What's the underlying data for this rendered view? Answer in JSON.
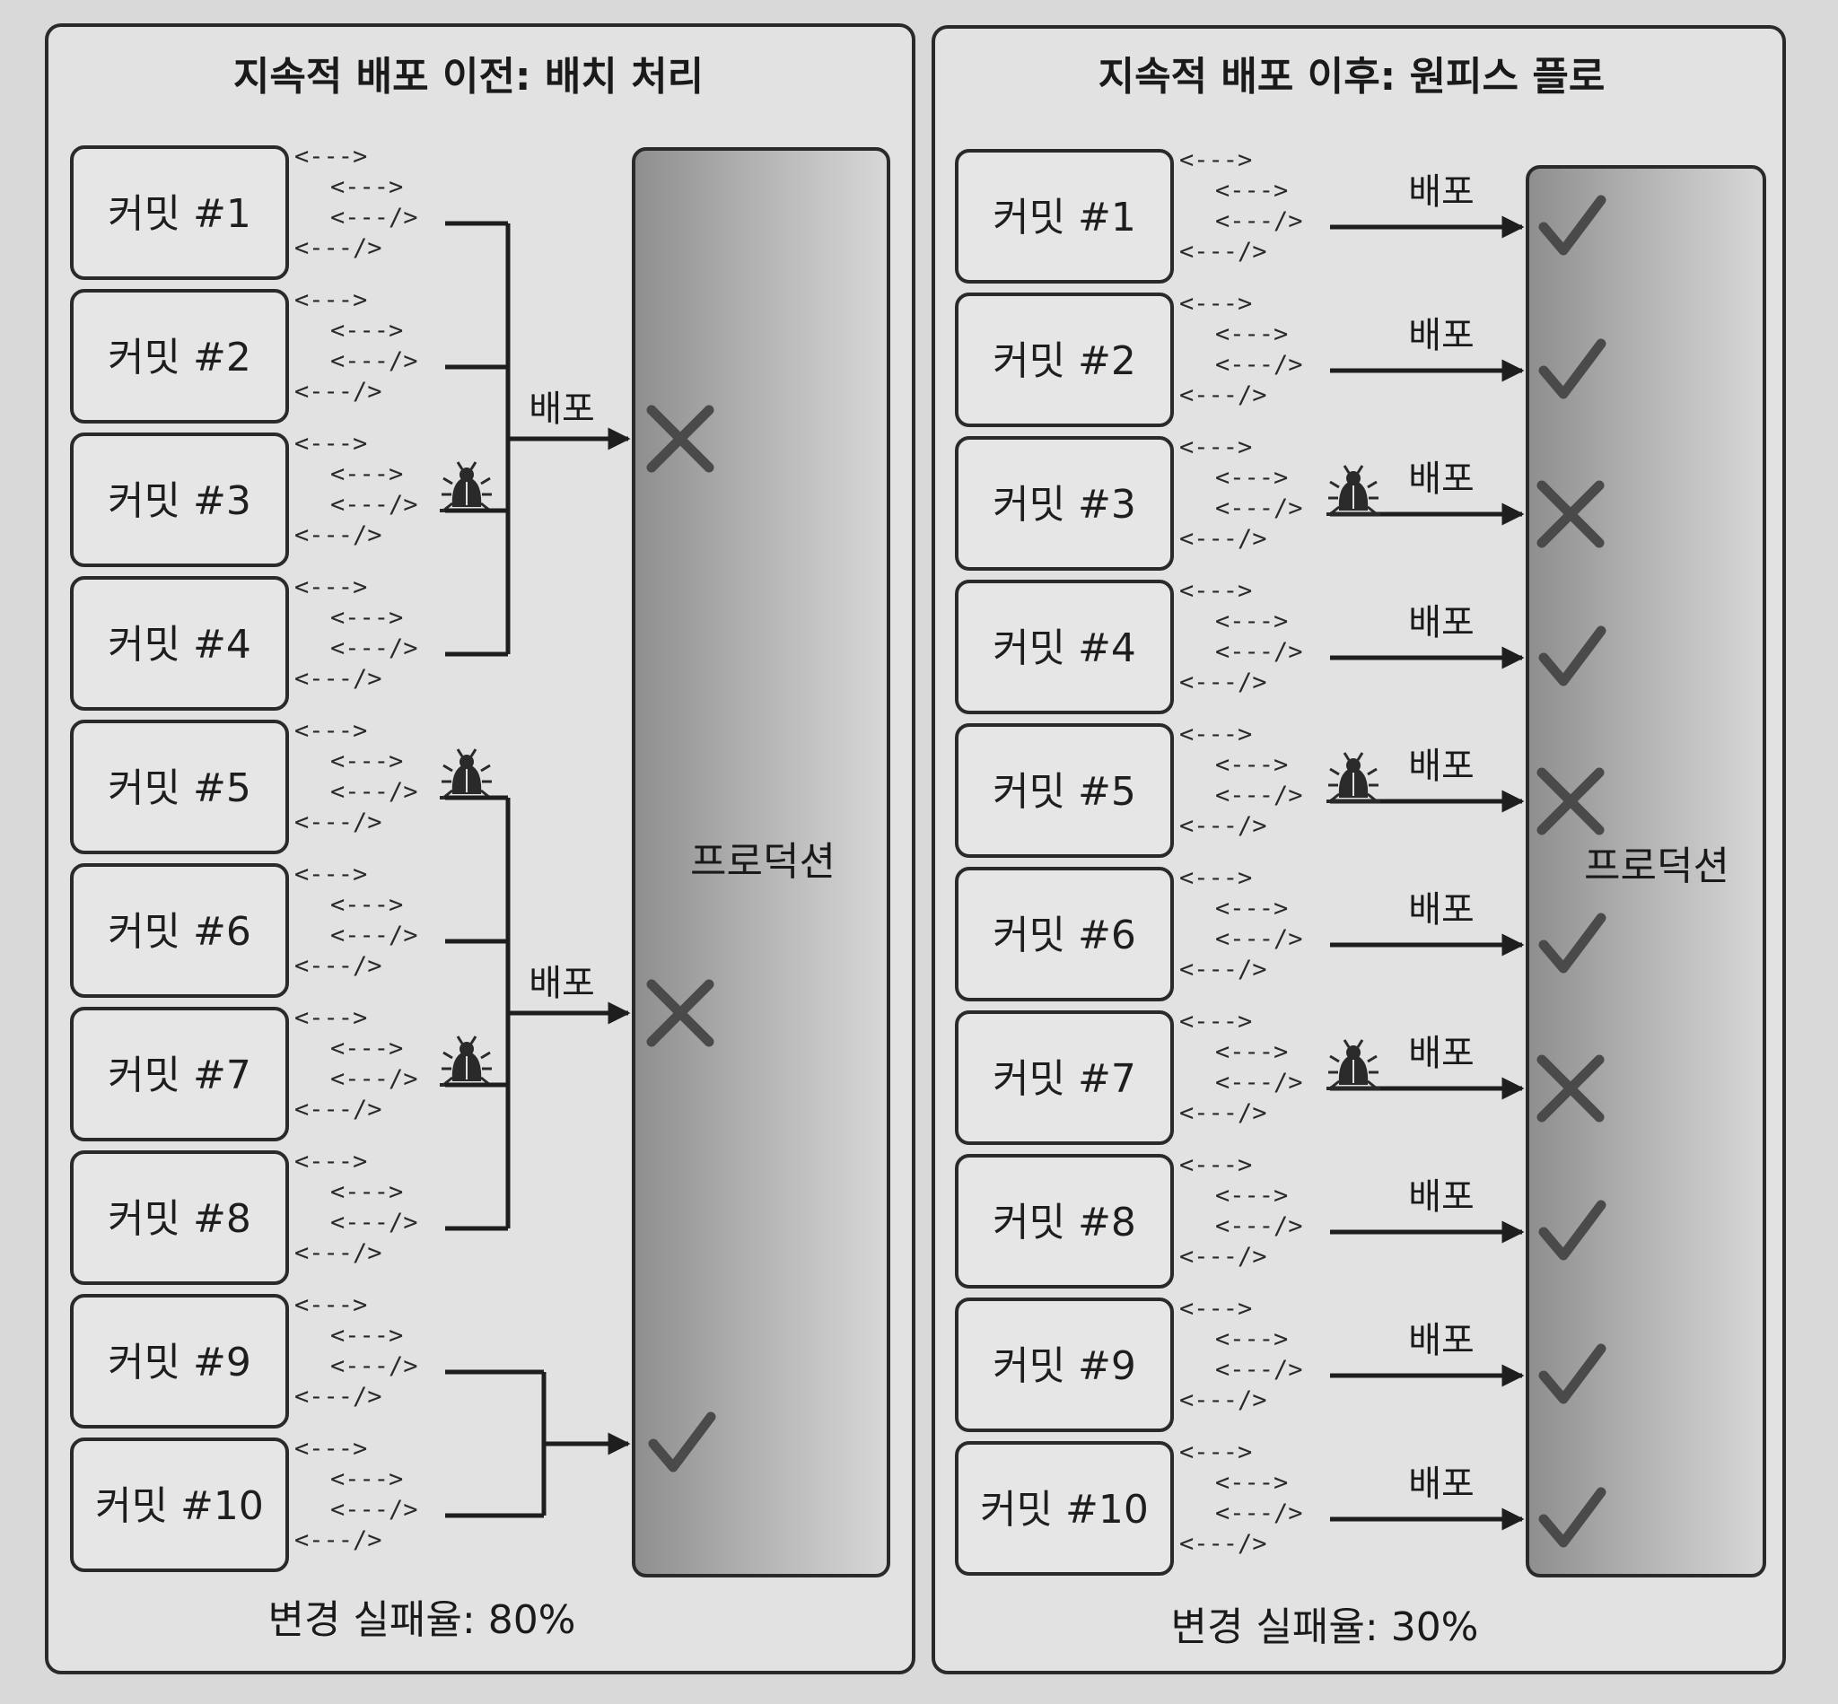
{
  "left_panel": {
    "title": "지속적 배포 이전: 배치 처리",
    "production_label": "프로덕션",
    "deploy_label": "배포",
    "footer": "변경 실패율: 80%",
    "commits": [
      "커밋 #1",
      "커밋 #2",
      "커밋 #3",
      "커밋 #4",
      "커밋 #5",
      "커밋 #6",
      "커밋 #7",
      "커밋 #8",
      "커밋 #9",
      "커밋 #10"
    ],
    "bugs_on_commits": [
      3,
      5,
      7
    ],
    "batches": [
      {
        "commits": [
          1,
          2,
          3,
          4
        ],
        "result": "fail",
        "labeled": true
      },
      {
        "commits": [
          5,
          6,
          7,
          8
        ],
        "result": "fail",
        "labeled": true
      },
      {
        "commits": [
          9,
          10
        ],
        "result": "success",
        "labeled": false
      }
    ]
  },
  "right_panel": {
    "title": "지속적 배포 이후: 원피스 플로",
    "production_label": "프로덕션",
    "deploy_label": "배포",
    "footer": "변경 실패율: 30%",
    "commits": [
      "커밋 #1",
      "커밋 #2",
      "커밋 #3",
      "커밋 #4",
      "커밋 #5",
      "커밋 #6",
      "커밋 #7",
      "커밋 #8",
      "커밋 #9",
      "커밋 #10"
    ],
    "results": [
      "success",
      "success",
      "fail",
      "success",
      "fail",
      "success",
      "fail",
      "success",
      "success",
      "success"
    ],
    "bugs_on_commits": [
      3,
      5,
      7
    ]
  },
  "code_lines": [
    "<--->",
    "<--->",
    "<---/>",
    "<---/>"
  ],
  "colors": {
    "background": "#d9d9d9",
    "panel": "#e2e2e2",
    "line": "#1e1e1e",
    "mark": "#4a4a4a",
    "production_gradient_dark": "#8e8e8e",
    "production_gradient_light": "#d8d8d8"
  },
  "icons": {
    "bug": "bug-icon",
    "fail": "x-mark-icon",
    "success": "check-mark-icon"
  }
}
